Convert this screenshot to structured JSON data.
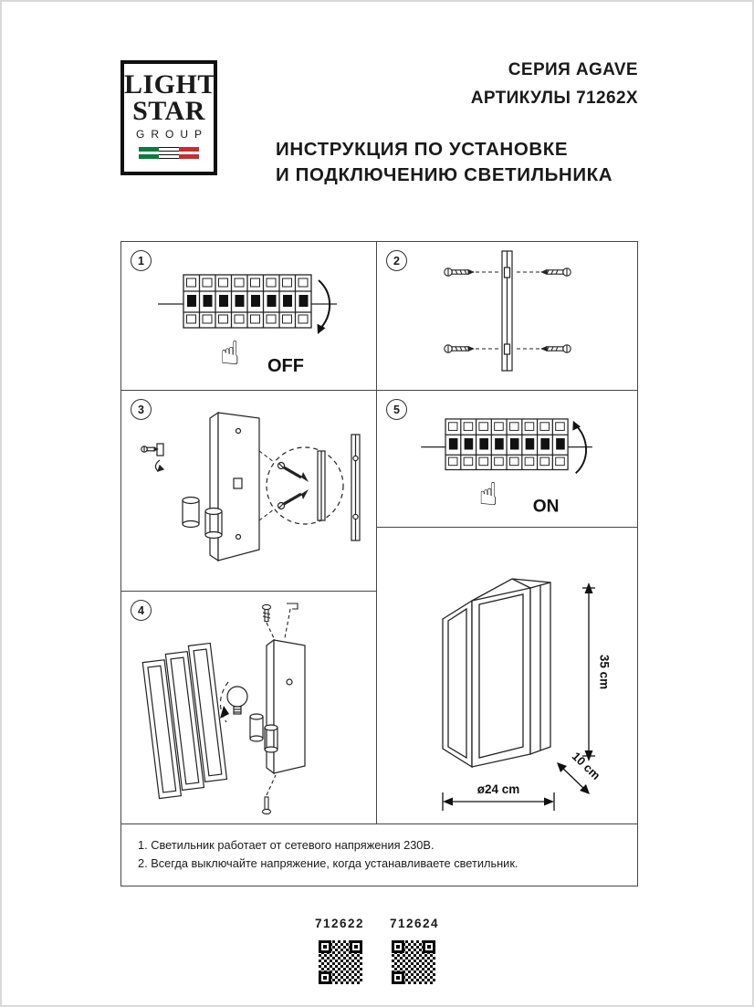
{
  "logo": {
    "line1": "LIGHT",
    "line2": "STAR",
    "line3": "GROUP"
  },
  "header": {
    "series": "СЕРИЯ AGAVE",
    "articles": "АРТИКУЛЫ 71262X",
    "instruction_line1": "ИНСТРУКЦИЯ ПО УСТАНОВКЕ",
    "instruction_line2": "И ПОДКЛЮЧЕНИЮ СВЕТИЛЬНИКА"
  },
  "steps": {
    "s1": {
      "number": "1",
      "label": "OFF"
    },
    "s2": {
      "number": "2"
    },
    "s3": {
      "number": "3"
    },
    "s4": {
      "number": "4"
    },
    "s5": {
      "number": "5",
      "label": "ON"
    }
  },
  "icons": {
    "pointing_hand": "☝"
  },
  "dimensions": {
    "height": "35 cm",
    "diameter": "ø24 cm",
    "depth": "10 cm"
  },
  "notes": {
    "line1": "1. Светильник работает от сетевого напряжения 230В.",
    "line2": "2. Всегда выключайте напряжение, когда устанавливаете светильник."
  },
  "footer": {
    "article_left": "712622",
    "article_right": "712624"
  },
  "colors": {
    "flag_green": "#0c7b3e",
    "flag_red": "#c62d31",
    "ink": "#1a1a1a"
  }
}
